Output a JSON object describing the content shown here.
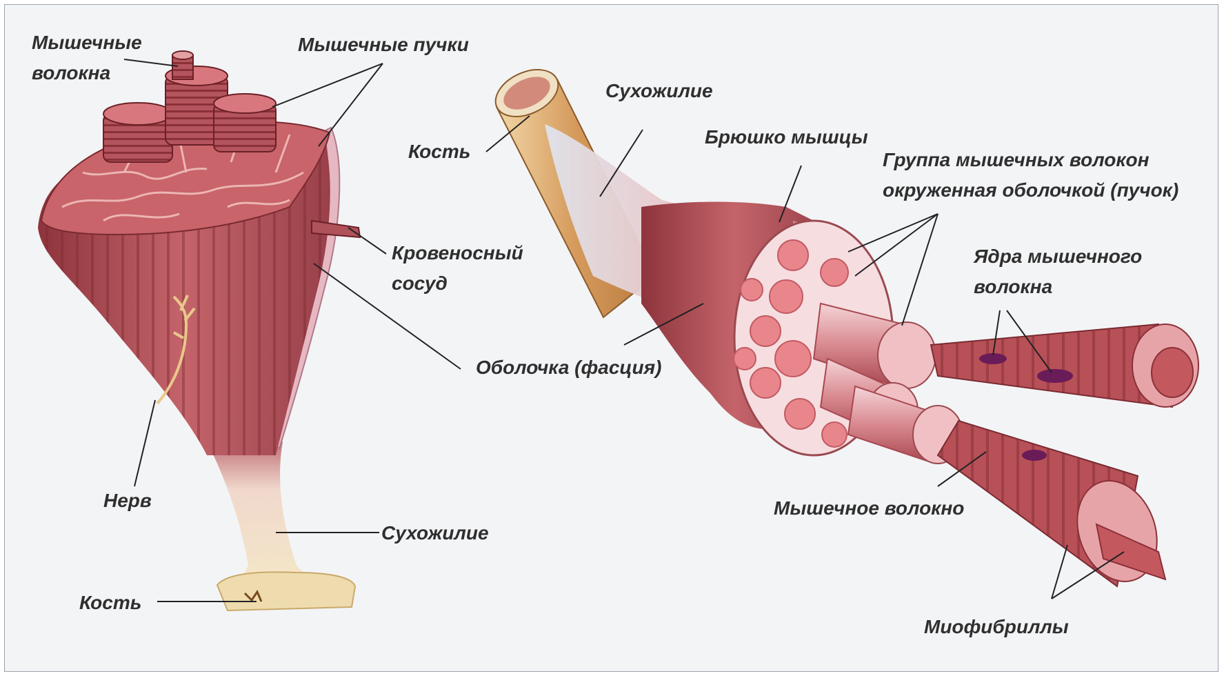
{
  "labels": {
    "muscle_fibers_left": [
      "Мышечные",
      "волокна"
    ],
    "muscle_bundles": "Мышечные пучки",
    "blood_vessel": [
      "Кровеносный",
      "сосуд"
    ],
    "nerve": "Нерв",
    "tendon_left": "Сухожилие",
    "bone_left": "Кость",
    "bone_right": "Кость",
    "tendon_right": "Сухожилие",
    "muscle_belly": "Брюшко мышцы",
    "fiber_group": [
      "Группа мышечных волокон",
      "окруженная оболочкой (пучок)"
    ],
    "fiber_nuclei": [
      "Ядра мышечного",
      "волокна"
    ],
    "fascia": "Оболочка (фасция)",
    "muscle_fiber": "Мышечное волокно",
    "myofibrils": "Миофибриллы"
  },
  "colors": {
    "muscle": "#b4545c",
    "muscle_dark": "#8a3038",
    "muscle_light": "#e3a0a2",
    "fascia": "#e6b8c2",
    "tendon": "#f2e3c6",
    "bone": "#d8a568",
    "nucleus": "#6a1c58",
    "leader_line": "#222222",
    "background": "#f3f4f6"
  }
}
